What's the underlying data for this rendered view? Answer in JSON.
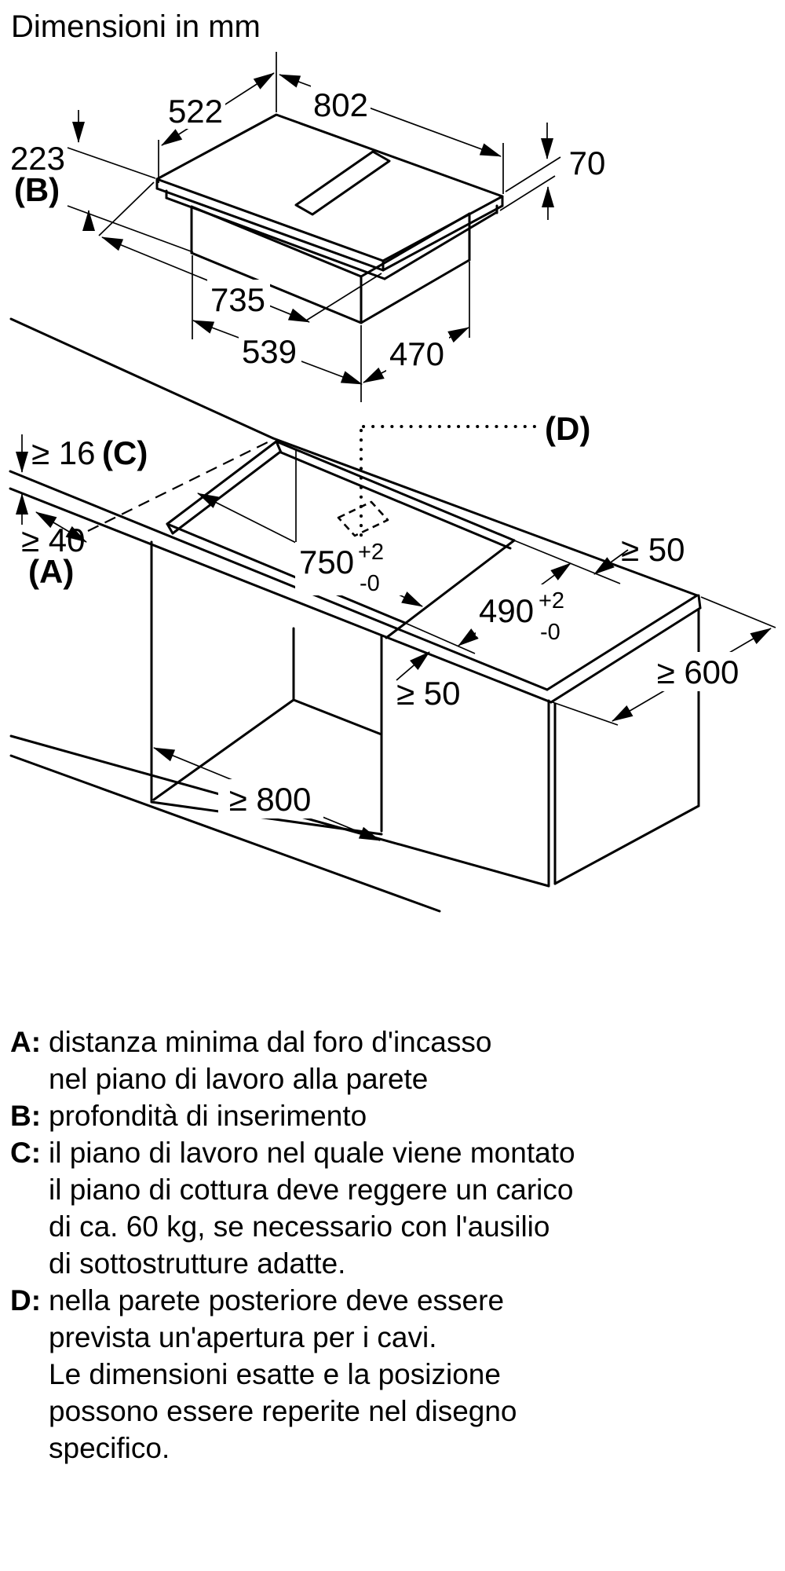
{
  "title": "Dimensioni in mm",
  "top_view": {
    "dims": {
      "depth_top": "522",
      "width_total": "802",
      "insertion_depth": "223",
      "insertion_label": "(B)",
      "height": "70",
      "body_width": "735",
      "body_width_left": "539",
      "body_width_right": "470"
    }
  },
  "install_view": {
    "dims": {
      "worktop_thickness": "≥ 16",
      "worktop_thickness_label": "(C)",
      "wall_distance": "≥ 40",
      "wall_distance_label": "(A)",
      "cutout_width": "750",
      "cutout_width_tol_plus": "+2",
      "cutout_width_tol_minus": "-0",
      "cutout_depth": "490",
      "cutout_depth_tol_plus": "+2",
      "cutout_depth_tol_minus": "-0",
      "side_clearance_right": "≥ 50",
      "side_clearance_front": "≥ 50",
      "worktop_depth": "≥ 600",
      "cabinet_width": "≥ 800",
      "cable_opening_label": "(D)"
    }
  },
  "legend": {
    "entries": [
      {
        "label": "A:",
        "lines": [
          "distanza minima dal foro d'incasso",
          "nel piano di lavoro alla parete"
        ]
      },
      {
        "label": "B:",
        "lines": [
          "profondità di inserimento"
        ]
      },
      {
        "label": "C:",
        "lines": [
          "il piano di lavoro nel quale viene montato",
          "il piano di cottura deve reggere un carico",
          "di ca. 60 kg, se necessario con l'ausilio",
          "di sottostrutture adatte."
        ]
      },
      {
        "label": "D:",
        "lines": [
          "nella parete posteriore deve essere",
          "prevista un'apertura per i cavi.",
          "Le dimensioni esatte e la posizione",
          "possono essere reperite nel disegno",
          "specifico."
        ]
      }
    ]
  },
  "colors": {
    "line": "#000000",
    "background": "#ffffff"
  }
}
